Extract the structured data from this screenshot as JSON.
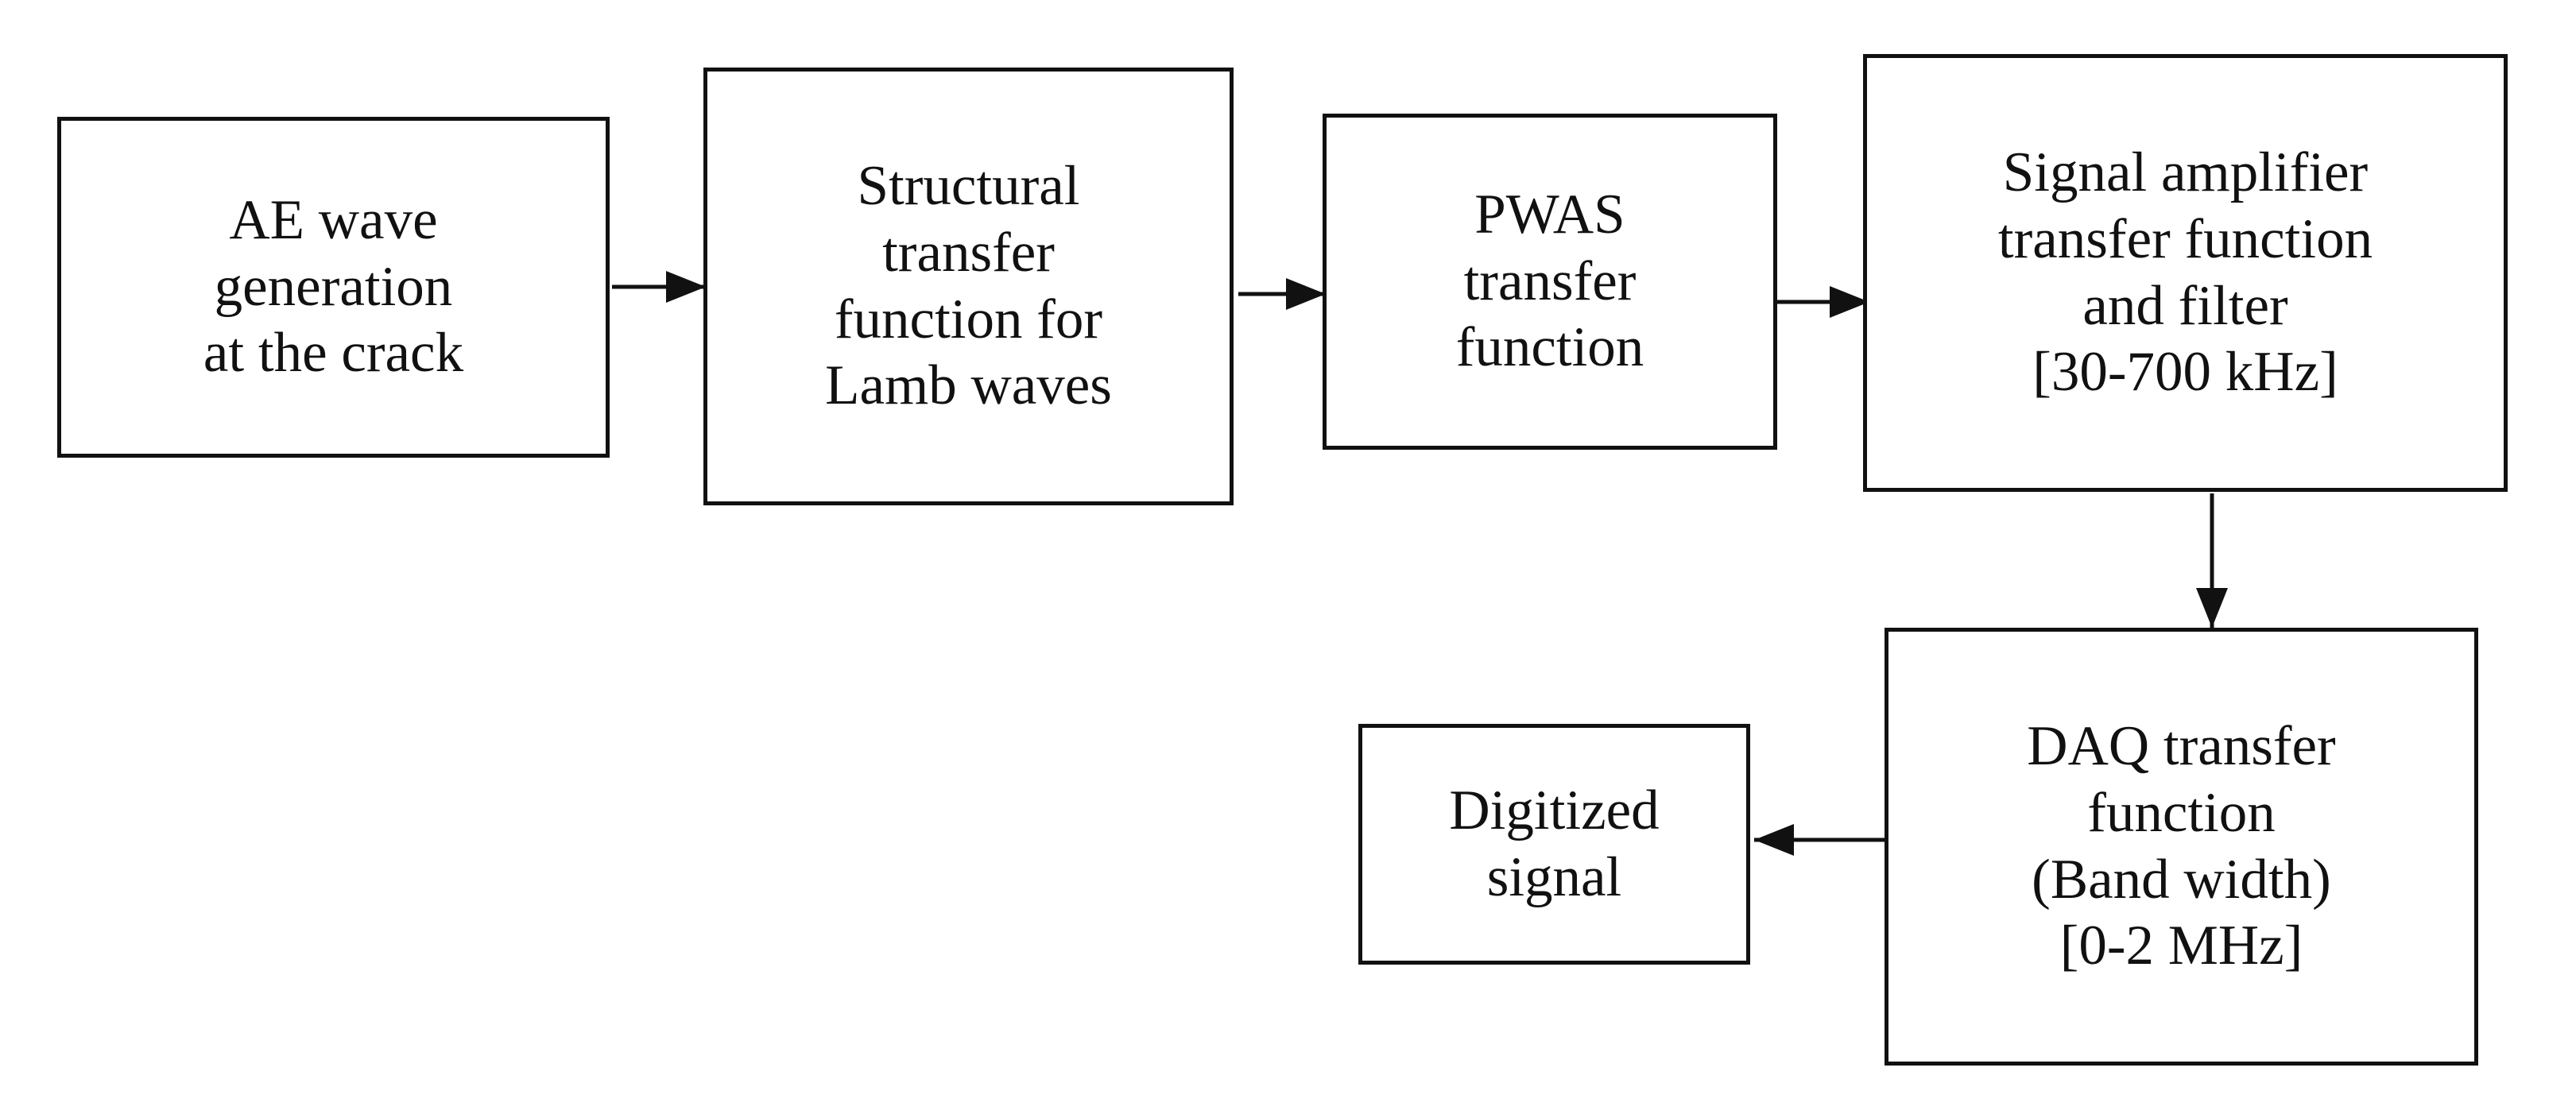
{
  "boxes": {
    "ae_generation": {
      "lines": [
        "AE wave",
        "generation",
        "at the crack"
      ]
    },
    "structural": {
      "lines": [
        "Structural",
        "transfer",
        "function for",
        "Lamb waves"
      ]
    },
    "pwas": {
      "lines": [
        "PWAS",
        "transfer",
        "function"
      ]
    },
    "amplifier": {
      "lines": [
        "Signal amplifier",
        "transfer function",
        "and filter",
        "[30-700 kHz]"
      ]
    },
    "daq": {
      "lines": [
        "DAQ transfer",
        "function",
        "(Band width)",
        "[0-2 MHz]"
      ]
    },
    "digitized": {
      "lines": [
        "Digitized",
        "signal"
      ]
    }
  },
  "colors": {
    "stroke": "#111111",
    "background": "#ffffff"
  }
}
